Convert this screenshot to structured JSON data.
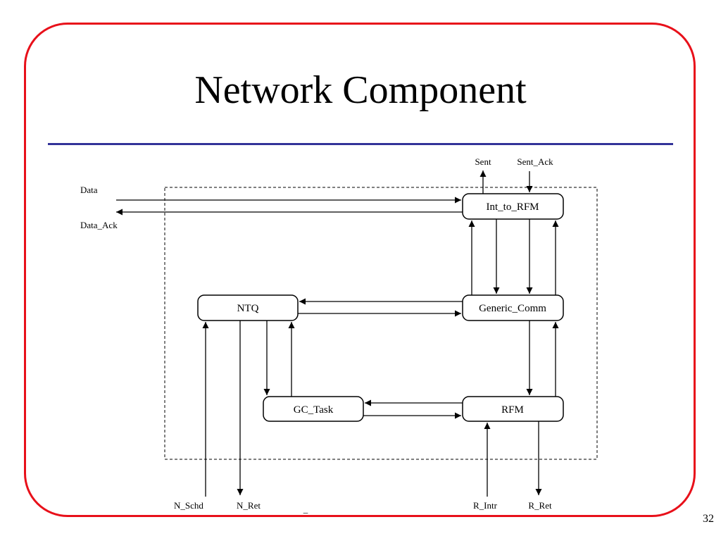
{
  "slide": {
    "title": "Network Component",
    "page_number": "32"
  },
  "diagram": {
    "components": {
      "int_to_rfm": "Int_to_RFM",
      "generic_comm": "Generic_Comm",
      "ntq": "NTQ",
      "gc_task": "GC_Task",
      "rfm": "RFM"
    },
    "signals": {
      "data": "Data",
      "data_ack": "Data_Ack",
      "sent": "Sent",
      "sent_ack": "Sent_Ack",
      "n_schd": "N_Schd",
      "n_ret": "N_Ret",
      "r_intr": "R_Intr",
      "r_ret": "R_Ret",
      "stray_mark": "_"
    }
  },
  "colors": {
    "frame": "#e8101a",
    "rule": "#333399"
  }
}
